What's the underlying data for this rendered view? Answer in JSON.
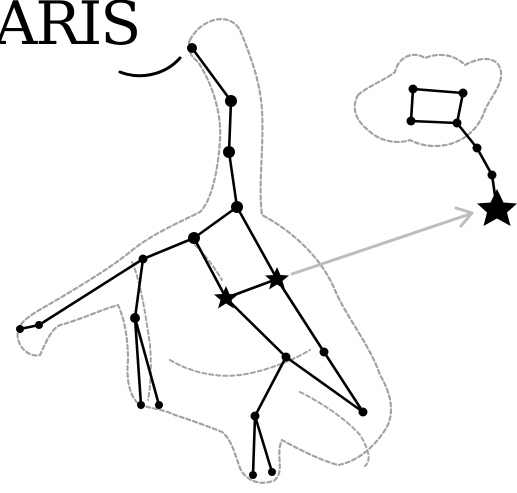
{
  "title": "ARIS",
  "colors": {
    "line": "#000000",
    "outline": "#a3a3a3",
    "pointer": "#bdbdbd",
    "background": "#ffffff"
  },
  "constellations": [
    {
      "name": "ursa-major",
      "stars": [
        {
          "id": "s1"
        },
        {
          "id": "s2"
        },
        {
          "id": "s3"
        },
        {
          "id": "s4"
        },
        {
          "id": "s5"
        },
        {
          "id": "s6"
        },
        {
          "id": "s7"
        },
        {
          "id": "s8"
        },
        {
          "id": "s9"
        },
        {
          "id": "s10"
        },
        {
          "id": "s11"
        },
        {
          "id": "s12"
        },
        {
          "id": "s13"
        },
        {
          "id": "s14"
        },
        {
          "id": "s15"
        },
        {
          "id": "s16"
        },
        {
          "id": "s17"
        },
        {
          "id": "s18"
        },
        {
          "id": "s19"
        },
        {
          "id": "s20"
        }
      ]
    },
    {
      "name": "ursa-minor",
      "stars": [
        {
          "id": "m1"
        },
        {
          "id": "m2"
        },
        {
          "id": "m3"
        },
        {
          "id": "m4"
        },
        {
          "id": "m5"
        },
        {
          "id": "m6"
        },
        {
          "id": "polaris"
        }
      ]
    }
  ]
}
